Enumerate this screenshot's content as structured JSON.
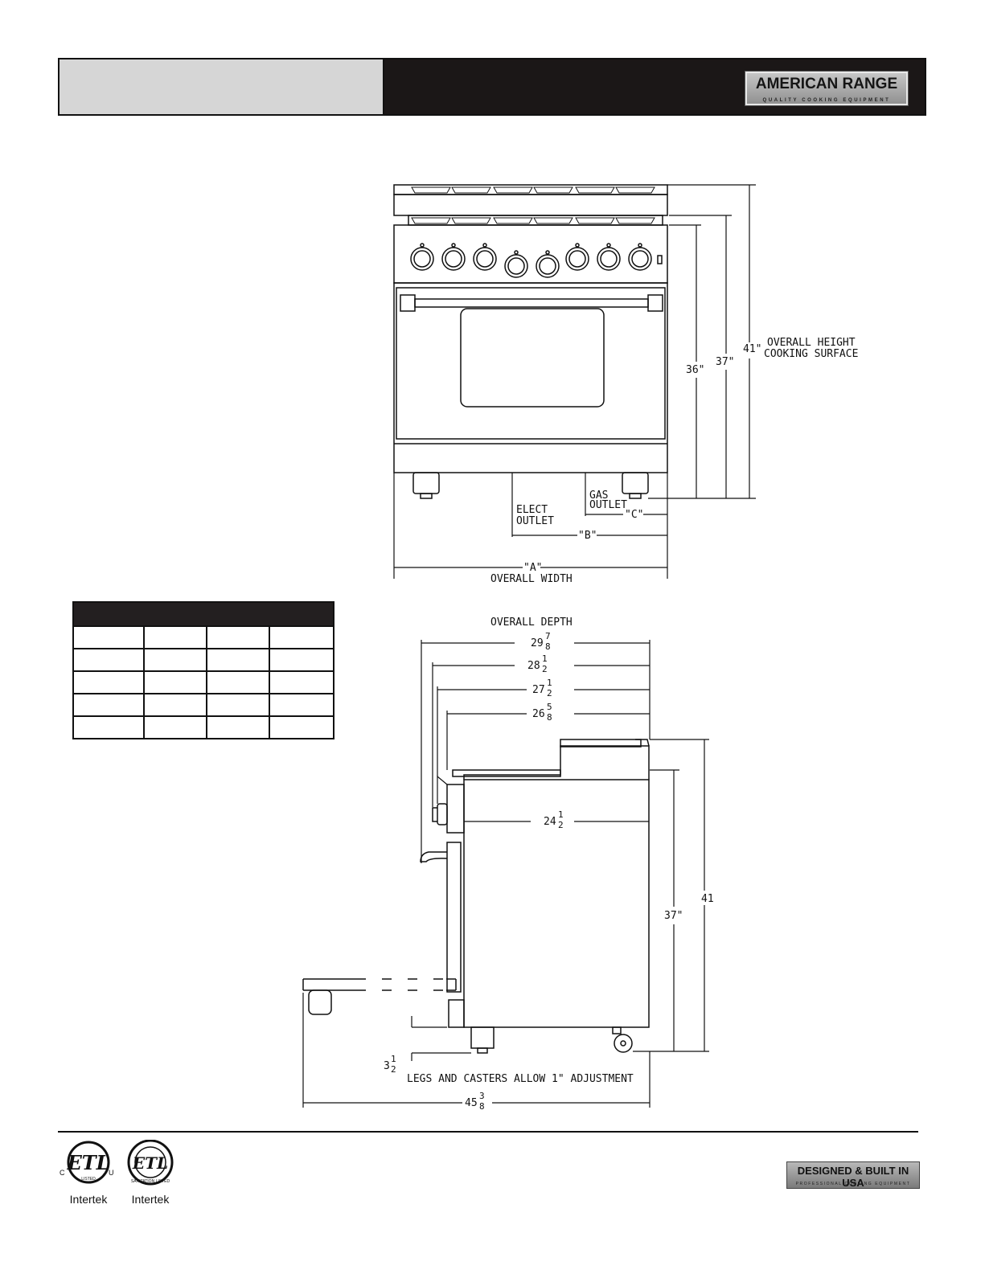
{
  "header": {
    "logo": {
      "brand": "AMERICAN RANGE",
      "tagline": "QUALITY COOKING EQUIPMENT"
    }
  },
  "front_view": {
    "overall_height_label": "OVERALL HEIGHT",
    "cooking_surface_label": "COOKING SURFACE",
    "dim_41": "41\"",
    "dim_37": "37\"",
    "dim_36": "36\"",
    "gas_outlet": [
      "GAS",
      "OUTLET"
    ],
    "elect_outlet": [
      "ELECT",
      "OUTLET"
    ],
    "dim_a": "\"A\"",
    "dim_b": "\"B\"",
    "dim_c": "\"C\"",
    "overall_width_label": "OVERALL WIDTH"
  },
  "side_view": {
    "overall_depth_label": "OVERALL DEPTH",
    "depth_29": {
      "whole": "29",
      "num": "7",
      "den": "8"
    },
    "depth_28": {
      "whole": "28",
      "num": "1",
      "den": "2"
    },
    "depth_27": {
      "whole": "27",
      "num": "1",
      "den": "2"
    },
    "depth_26": {
      "whole": "26",
      "num": "5",
      "den": "8"
    },
    "depth_24": {
      "whole": "24",
      "num": "1",
      "den": "2"
    },
    "height_37": "37\"",
    "height_41": "41",
    "leg_3": {
      "whole": "3",
      "num": "1",
      "den": "2"
    },
    "legs_note": "LEGS AND CASTERS ALLOW 1\" ADJUSTMENT",
    "depth_45": {
      "whole": "45",
      "num": "3",
      "den": "8"
    }
  },
  "certifications": [
    {
      "mark": "ETL",
      "left": "C",
      "right": "US",
      "under": "LISTED",
      "label": "Intertek"
    },
    {
      "mark": "ETL",
      "ring": "SANITATION LISTED",
      "label": "Intertek"
    }
  ],
  "usa_badge": {
    "main": "DESIGNED & BUILT IN USA",
    "sub": "PROFESSIONAL COOKING EQUIPMENT"
  }
}
